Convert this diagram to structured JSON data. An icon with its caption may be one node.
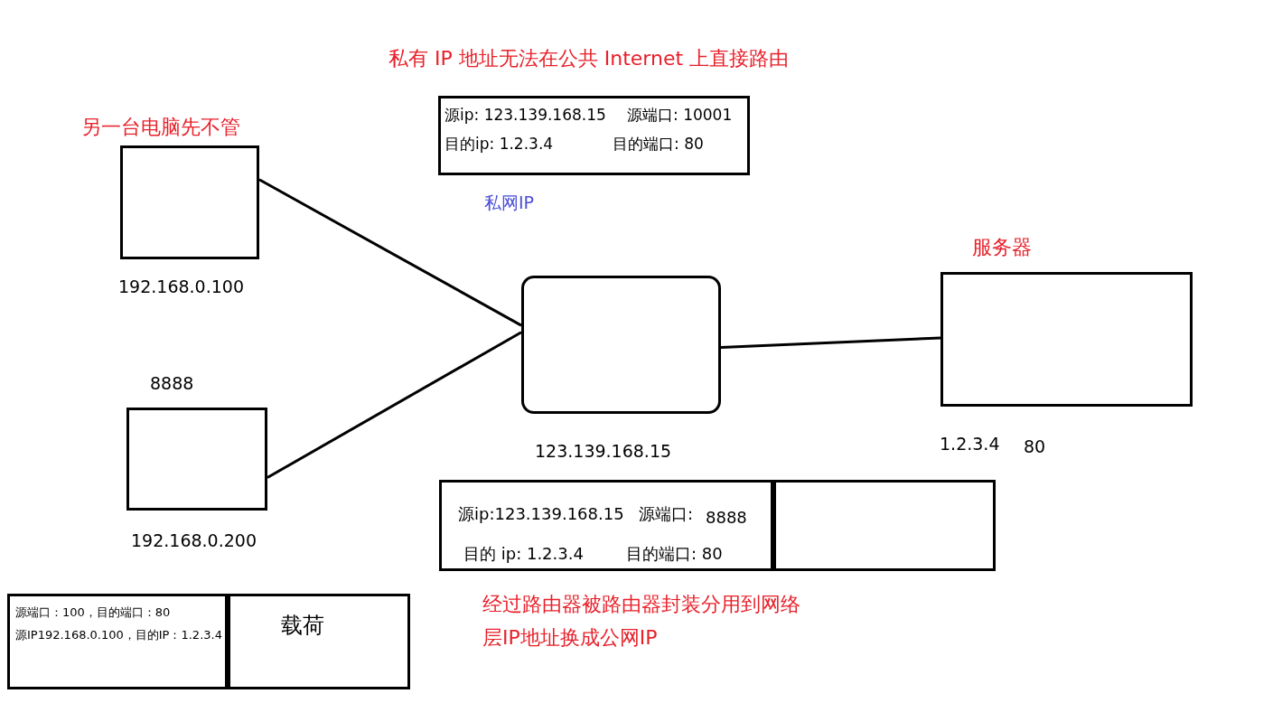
{
  "diagram": {
    "title": "私有 IP 地址无法在公共 Internet 上直接路由",
    "nodes": [
      {
        "text": [],
        "shape": "box",
        "beside": [
          "另一台电脑先不管",
          "192.168.0.100"
        ]
      },
      {
        "text": [],
        "shape": "box",
        "beside": [
          "8888",
          "192.168.0.200"
        ]
      },
      {
        "text": [],
        "shape": "box",
        "beside": [
          "123.139.168.15"
        ]
      },
      {
        "text": [],
        "shape": "box",
        "beside": [
          "服务器",
          "1.2.3.4",
          "80"
        ]
      },
      {
        "text": [
          "源ip: 123.139.168.15",
          "源端口: 10001",
          "目的ip: 1.2.3.4",
          "目的端口: 80"
        ],
        "beside": [
          "私网IP"
        ]
      },
      {
        "text": [
          "源ip:123.139.168.15",
          "源端口:",
          "8888",
          "目的 ip: 1.2.3.4",
          "目的端口: 80"
        ]
      },
      {
        "text": [],
        "shape": "box"
      },
      {
        "text": [
          "源端口：100，目的端口：80",
          "源IP192.168.0.100，目的IP：1.2.3.4"
        ]
      },
      {
        "text": [
          "载荷"
        ]
      }
    ],
    "edges": [
      {
        "from": 0,
        "to": 2,
        "arrow": "none"
      },
      {
        "from": 1,
        "to": 2,
        "arrow": "none"
      },
      {
        "from": 2,
        "to": 3,
        "arrow": "none"
      }
    ],
    "labels": [
      "经过路由器被路由器封装分用到网络层IP地址换成公网IP"
    ]
  }
}
